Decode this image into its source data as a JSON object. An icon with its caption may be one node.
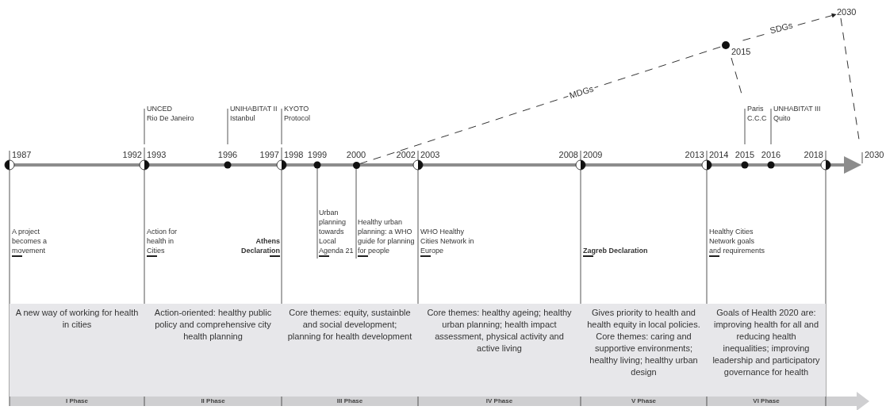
{
  "diagram": {
    "nodes": [
      {
        "text": [
          "A new way of working for health in cities",
          "I Phase"
        ]
      },
      {
        "text": [
          "Action-oriented: healthy public policy and comprehensive city health planning",
          "II Phase"
        ]
      },
      {
        "text": [
          "Core themes: equity, sustainble and social development; planning for health development",
          "III Phase"
        ]
      },
      {
        "text": [
          "Core themes: healthy ageing; healthy urban planning; health impact assessment, physical activity and active living",
          "IV Phase"
        ]
      },
      {
        "text": [
          "Gives priority to health and health equity in  local policies. Core themes: caring and supportive environments; healthy living; healthy urban design",
          "V Phase"
        ]
      },
      {
        "text": [
          "Goals of Health 2020 are: improving health for all and reducing health inequalities; improving leadership and participatory governance for health",
          "VI Phase"
        ]
      },
      {
        "text": [
          "2015"
        ]
      },
      {
        "text": [
          "2030"
        ]
      },
      {
        "text": [],
        "shape": "circle"
      }
    ],
    "edges": [
      {
        "from": 8,
        "to": 6,
        "arrow": "none",
        "label": "MDGs",
        "style": "dashed"
      },
      {
        "from": 6,
        "to": 7,
        "arrow": "to",
        "label": "SDGs",
        "style": "dashed"
      },
      {
        "from": 6,
        "to": null,
        "arrow": "none",
        "style": "dashed"
      },
      {
        "from": 7,
        "to": null,
        "arrow": "none",
        "style": "dashed"
      }
    ],
    "labels": [
      "UNCED",
      "Rio De Janeiro",
      "UNIHABITAT II",
      "Istanbul",
      "KYOTO",
      "Protocol",
      "Paris",
      "C.C.C",
      "UNHABITAT III",
      "Quito",
      "1987",
      "1992",
      "1993",
      "1996",
      "1997",
      "1998",
      "1999",
      "2000",
      "2002",
      "2003",
      "2008",
      "2009",
      "2013",
      "2014",
      "2015",
      "2016",
      "2018",
      "2030",
      "A project becomes a movement",
      "Action for health in Cities",
      "Athens Declaration",
      "Urban planning towards Local Agenda 21",
      "Healthy urban planning: a WHO guide for planning for people",
      "WHO Healthy Cities Network in Europe",
      "Zagreb Declaration",
      "Healthy Cities Network goals and requirements"
    ]
  }
}
